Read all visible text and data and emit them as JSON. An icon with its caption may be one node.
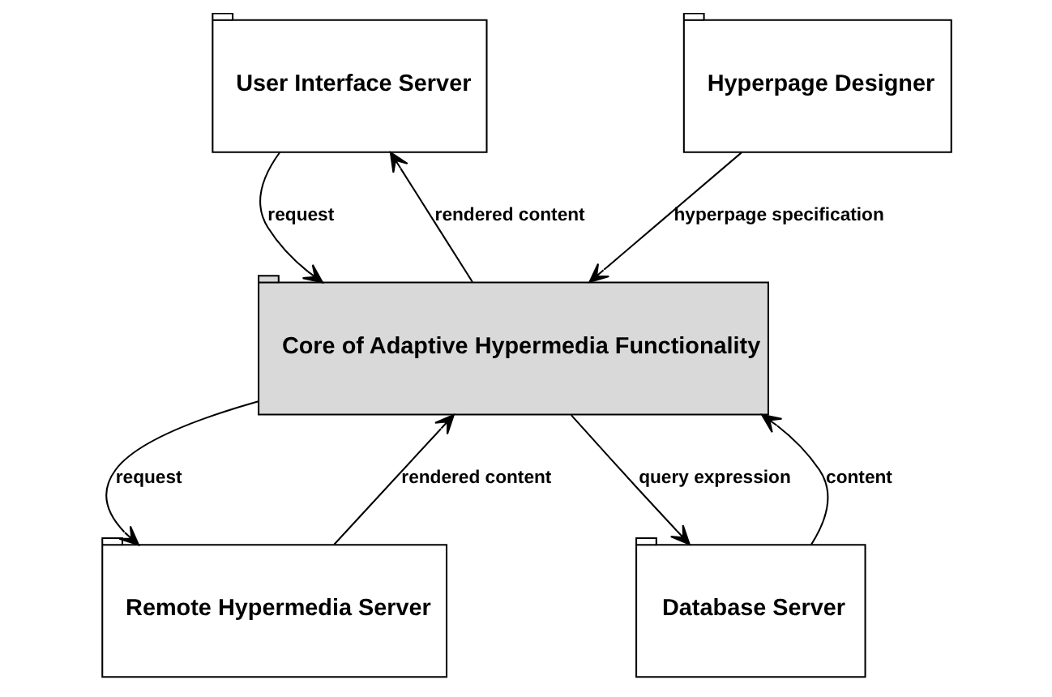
{
  "diagram": {
    "nodes": [
      {
        "text": [
          "User Interface Server"
        ]
      },
      {
        "text": [
          "Hyperpage Designer"
        ]
      },
      {
        "text": [
          "Core of Adaptive Hypermedia Functionality"
        ]
      },
      {
        "text": [
          "Remote Hypermedia Server"
        ]
      },
      {
        "text": [
          "Database Server"
        ]
      }
    ],
    "edges": [
      {
        "from": 0,
        "to": 2,
        "arrow": "to",
        "label": "request"
      },
      {
        "from": 2,
        "to": 0,
        "arrow": "to",
        "label": "rendered content"
      },
      {
        "from": 1,
        "to": 2,
        "arrow": "to",
        "label": "hyperpage specification"
      },
      {
        "from": 2,
        "to": 3,
        "arrow": "to",
        "label": "request"
      },
      {
        "from": 3,
        "to": 2,
        "arrow": "to",
        "label": "rendered content"
      },
      {
        "from": 2,
        "to": 4,
        "arrow": "to",
        "label": "query expression"
      },
      {
        "from": 4,
        "to": 2,
        "arrow": "to",
        "label": "content"
      }
    ]
  }
}
